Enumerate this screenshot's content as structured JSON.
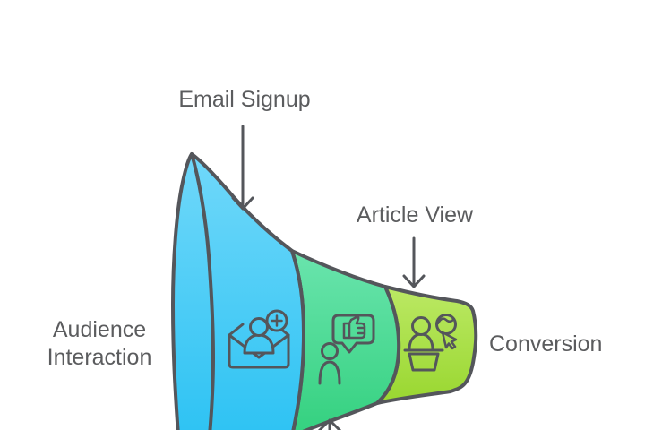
{
  "diagram": {
    "type": "horizontal-funnel",
    "background": "#ffffff",
    "outline_color": "#54565B",
    "label_color": "#5B5C5E",
    "labels": {
      "email_signup": "Email Signup",
      "article_view": "Article View",
      "audience_line1": "Audience",
      "audience_line2": "Interaction",
      "conversion": "Conversion"
    },
    "stages": [
      {
        "name": "audience-interaction",
        "icon": "envelope-add-user-icon",
        "fill_top": "#70D8FA",
        "fill_bottom": "#2FC3F3"
      },
      {
        "name": "engagement",
        "icon": "user-comment-like-icon",
        "fill_top": "#6CE5AF",
        "fill_bottom": "#35D180"
      },
      {
        "name": "conversion",
        "icon": "shopper-click-icon",
        "fill_top": "#BAE862",
        "fill_bottom": "#98D62E"
      }
    ]
  }
}
